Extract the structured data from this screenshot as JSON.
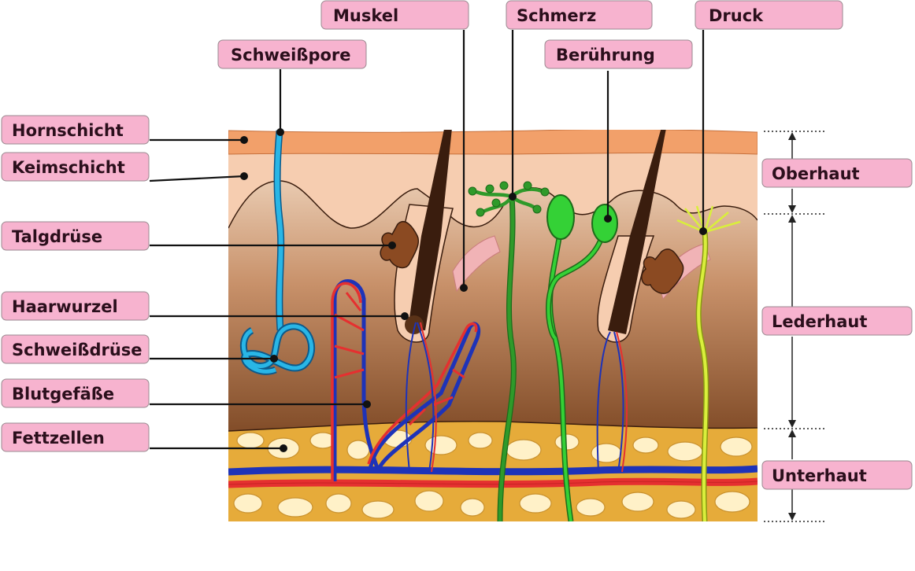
{
  "labels": {
    "hornschicht": "Hornschicht",
    "keimschicht": "Keimschicht",
    "talgdruese": "Talgdrüse",
    "haarwurzel": "Haarwurzel",
    "schweissdruese": "Schweißdrüse",
    "blutgefaesse": "Blutgefäße",
    "fettzellen": "Fettzellen",
    "schweisspore": "Schweißpore",
    "muskel": "Muskel",
    "schmerz": "Schmerz",
    "beruehrung": "Berührung",
    "druck": "Druck",
    "oberhaut": "Oberhaut",
    "lederhaut": "Lederhaut",
    "unterhaut": "Unterhaut"
  },
  "colors": {
    "label_box": "#f7b3cf",
    "label_border": "#9a8a90",
    "stratum_corneum": "#f2a06a",
    "epidermis": "#f6cdb0",
    "dermis_top": "#f0d2b9",
    "dermis_bottom": "#7d4a26",
    "fat": "#e6ab3a",
    "fat_cell": "#fff1c8",
    "artery": "#e53030",
    "vein": "#1e33b8",
    "sweat_gland": "#29b6e6",
    "nerve_green": "#2f9a2a",
    "touch_receptor": "#34d136",
    "pressure_nerve": "#d9ef3c",
    "hair": "#3a1d0e"
  }
}
